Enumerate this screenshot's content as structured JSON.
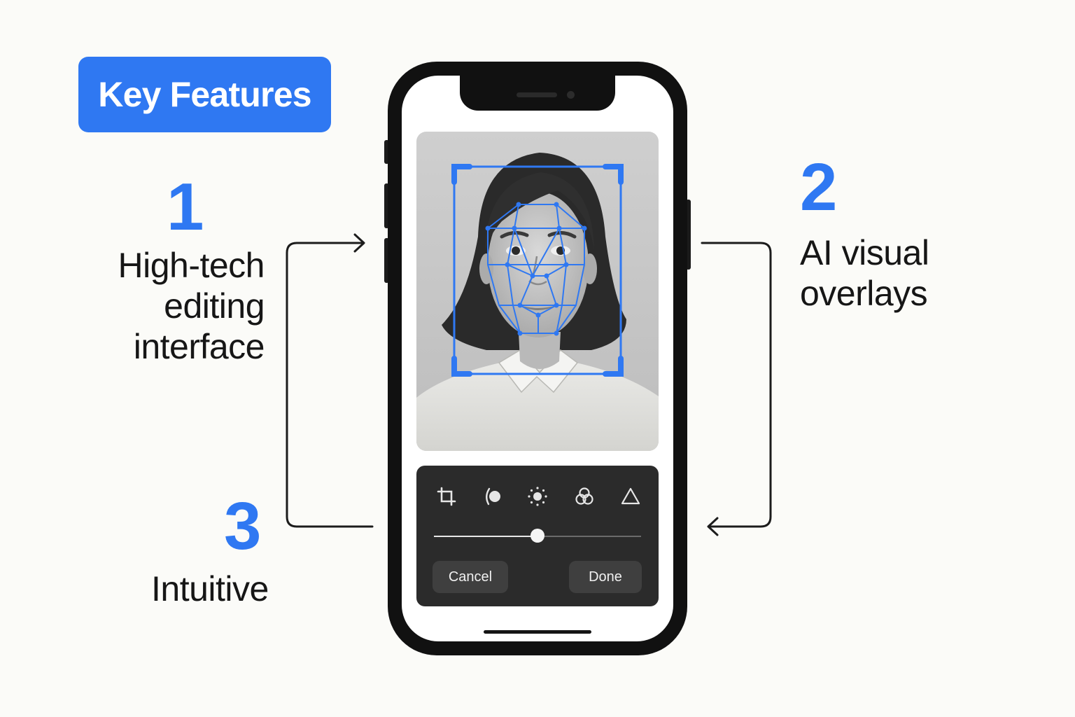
{
  "header": {
    "badge_label": "Key Features"
  },
  "features": [
    {
      "number": "1",
      "lines": [
        "High-tech",
        "editing",
        "interface"
      ]
    },
    {
      "number": "2",
      "lines": [
        "AI visual",
        "overlays"
      ]
    },
    {
      "number": "3",
      "lines": [
        "Intuitive"
      ]
    }
  ],
  "editor": {
    "tools": [
      {
        "icon": "crop-icon"
      },
      {
        "icon": "retouch-icon"
      },
      {
        "icon": "brightness-icon"
      },
      {
        "icon": "color-filters-icon"
      },
      {
        "icon": "triangle-icon"
      }
    ],
    "slider_value": 0.5,
    "cancel_label": "Cancel",
    "done_label": "Done"
  },
  "colors": {
    "accent": "#2f78f2",
    "phone_body": "#111111",
    "toolbar_bg": "#2b2b2b",
    "background": "#fbfbf8"
  }
}
